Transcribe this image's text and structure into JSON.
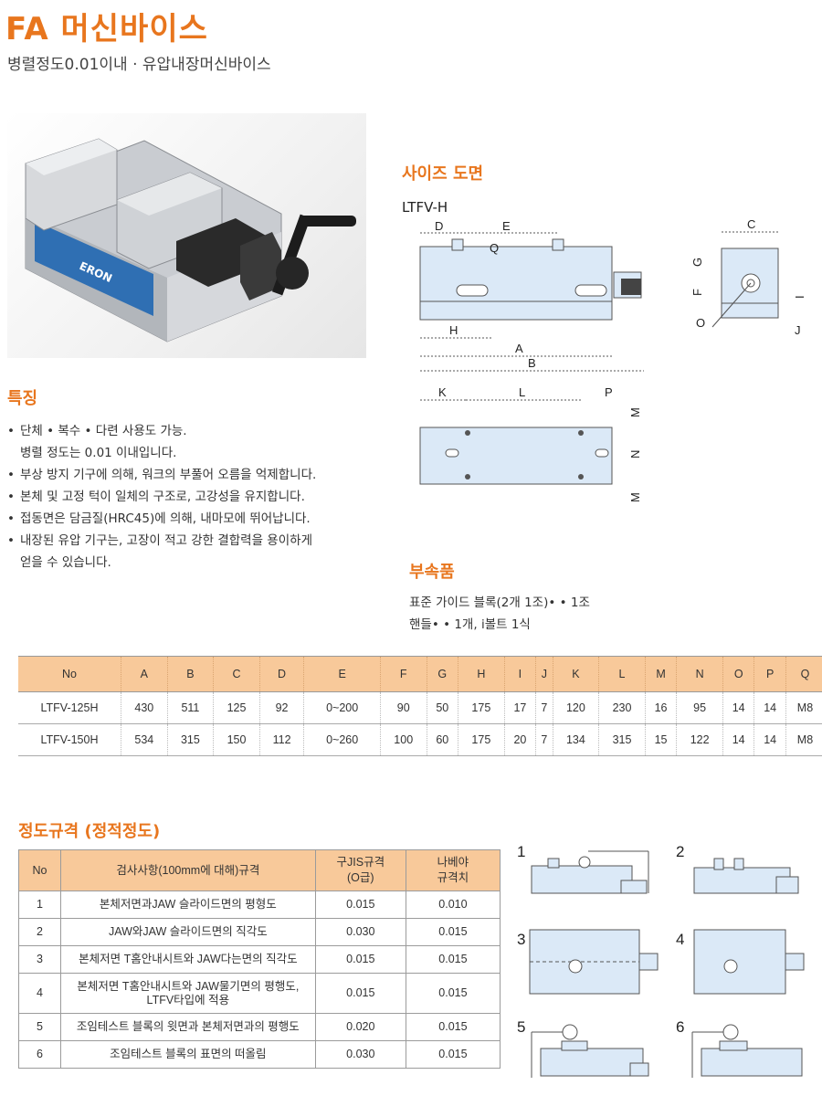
{
  "header": {
    "title": "FA 머신바이스",
    "subtitle": "병렬정도0.01이내 · 유압내장머신바이스"
  },
  "photo": {
    "brand": "ERON"
  },
  "features": {
    "heading": "특징",
    "items": [
      "단체 • 복수 • 다련 사용도 가능.",
      "병렬 정도는 0.01 이내입니다.",
      "부상 방지 기구에 의해, 워크의 부풀어 오름을 억제합니다.",
      "본체 및 고정 턱이 일체의 구조로, 고강성을 유지합니다.",
      "접동면은 담금질(HRC45)에 의해, 내마모에 뛰어납니다.",
      "내장된 유압 기구는, 고장이 적고 강한 결합력을 용이하게",
      "얻을 수 있습니다."
    ]
  },
  "drawing": {
    "heading": "사이즈 도면",
    "model": "LTFV-H",
    "labels": {
      "D": "D",
      "E": "E",
      "Q": "Q",
      "H": "H",
      "A": "A",
      "B": "B",
      "C": "C",
      "G": "G",
      "F": "F",
      "O": "O",
      "I": "I",
      "J": "J",
      "K": "K",
      "L": "L",
      "P": "P",
      "M": "M",
      "N": "N"
    }
  },
  "accessories": {
    "heading": "부속품",
    "line1": "표준 가이드 블록(2개 1조)• • 1조",
    "line2": "핸들• • 1개, i볼트 1식"
  },
  "spec_table": {
    "headers": [
      "No",
      "A",
      "B",
      "C",
      "D",
      "E",
      "F",
      "G",
      "H",
      "I",
      "J",
      "K",
      "L",
      "M",
      "N",
      "O",
      "P",
      "Q"
    ],
    "rows": [
      [
        "LTFV-125H",
        "430",
        "511",
        "125",
        "92",
        "0~200",
        "90",
        "50",
        "175",
        "17",
        "7",
        "120",
        "230",
        "16",
        "95",
        "14",
        "14",
        "M8"
      ],
      [
        "LTFV-150H",
        "534",
        "315",
        "150",
        "112",
        "0~260",
        "100",
        "60",
        "175",
        "20",
        "7",
        "134",
        "315",
        "15",
        "122",
        "14",
        "14",
        "M8"
      ]
    ]
  },
  "accuracy": {
    "heading": "정도규격 (정적정도)",
    "headers": {
      "no": "No",
      "item": "검사사항(100mm에 대해)규격",
      "jis1": "구JIS규격",
      "jis2": "(O급)",
      "nabeya1": "나베야",
      "nabeya2": "규격치"
    },
    "rows": [
      {
        "no": "1",
        "item": "본체저면과JAW 슬라이드면의 평형도",
        "jis": "0.015",
        "nabeya": "0.010"
      },
      {
        "no": "2",
        "item": "JAW와JAW 슬라이드면의 직각도",
        "jis": "0.030",
        "nabeya": "0.015"
      },
      {
        "no": "3",
        "item": "본체저면 T홈안내시트와 JAW다는면의 직각도",
        "jis": "0.015",
        "nabeya": "0.015"
      },
      {
        "no": "4",
        "item": "본체저면 T홈안내시트와 JAW물기면의 평행도,",
        "item2": "LTFV타입에 적용",
        "jis": "0.015",
        "nabeya": "0.015"
      },
      {
        "no": "5",
        "item": "조임테스트 블록의 윗면과 본체저면과의 평행도",
        "jis": "0.020",
        "nabeya": "0.015"
      },
      {
        "no": "6",
        "item": "조임테스트 블록의 표면의 떠올림",
        "jis": "0.030",
        "nabeya": "0.015"
      }
    ]
  },
  "figures": {
    "n1": "1",
    "n2": "2",
    "n3": "3",
    "n4": "4",
    "n5": "5",
    "n6": "6"
  },
  "colors": {
    "accent": "#e8761e",
    "header_bg": "#f8c99a",
    "drawing_fill": "#dbe9f7",
    "drawing_line": "#555555"
  }
}
